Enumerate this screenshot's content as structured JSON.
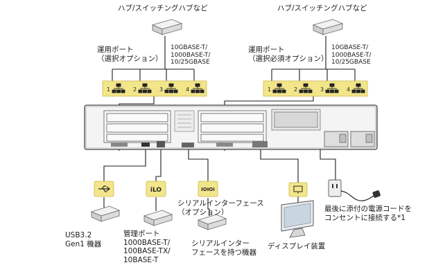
{
  "hub_left_label": "ハブ/スイッチングハブなど",
  "hub_right_label": "ハブ/スイッチングハブなど",
  "port_left_label": "運用ポート\n（選択オプション）",
  "port_right_label": "運用ポート\n（選択必須オプション）",
  "speed_left_label": "10GBASE-T/\n1000BASE-T/\n10/25GBASE",
  "speed_right_label": "10GBASE-T/\n1000BASE-T/\n10/25GBASE",
  "port_numbers_left": [
    "1",
    "2",
    "3",
    "4"
  ],
  "port_numbers_right": [
    "1",
    "2",
    "3",
    "4"
  ],
  "ilo_icon_text": "iLO",
  "serial_icon_text": "IOIOI",
  "usb_label": "USB3.2\nGen1 機器",
  "mgmt_label": "管理ポート\n1000BASE-T/\n100BASE-TX/\n10BASE-T",
  "serial_port_label": "シリアルインターフェース\n（オプション）",
  "serial_device_label": "シリアルインター\nフェースを持つ機器",
  "display_label": "ディスプレイ装置",
  "power_label": "最後に添付の電源コードを\nコンセントに接続する*1",
  "colors": {
    "port_fill": "#f3e58a",
    "port_border": "#c9b94a",
    "line": "#1a1a1a",
    "chassis": "#5a5a5a"
  }
}
